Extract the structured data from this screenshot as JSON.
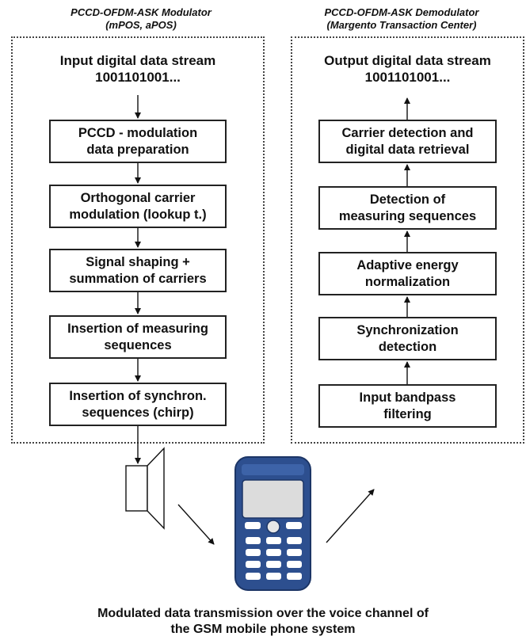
{
  "modulator": {
    "title_line1": "PCCD-OFDM-ASK Modulator",
    "title_line2": "(mPOS, aPOS)",
    "input_line1": "Input digital data stream",
    "input_line2": "1001101001...",
    "blocks": [
      {
        "line1": "PCCD - modulation",
        "line2": "data preparation"
      },
      {
        "line1": "Orthogonal carrier",
        "line2": "modulation (lookup t.)"
      },
      {
        "line1": "Signal shaping +",
        "line2": "summation of carriers"
      },
      {
        "line1": "Insertion of measuring",
        "line2": "sequences"
      },
      {
        "line1": "Insertion of synchron.",
        "line2": "sequences (chirp)"
      }
    ]
  },
  "demodulator": {
    "title_line1": "PCCD-OFDM-ASK Demodulator",
    "title_line2": "(Margento Transaction Center)",
    "output_line1": "Output digital data stream",
    "output_line2": "1001101001...",
    "blocks": [
      {
        "line1": "Carrier detection and",
        "line2": "digital data retrieval"
      },
      {
        "line1": "Detection of",
        "line2": "measuring sequences"
      },
      {
        "line1": "Adaptive energy",
        "line2": "normalization"
      },
      {
        "line1": "Synchronization",
        "line2": "detection"
      },
      {
        "line1": "Input bandpass",
        "line2": "filtering"
      }
    ]
  },
  "caption": {
    "line1": "Modulated data transmission over the voice channel of",
    "line2": "the GSM mobile phone system"
  },
  "icons": {
    "speaker": "speaker-icon",
    "phone": "mobile-phone-icon"
  },
  "colors": {
    "phone_body": "#2d4f8f",
    "phone_screen": "#dcdcdc",
    "phone_keys": "#ffffff"
  }
}
